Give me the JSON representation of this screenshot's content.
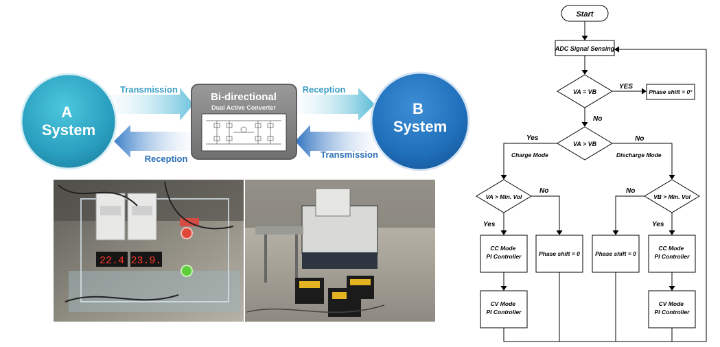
{
  "system_diagram": {
    "a_system": "A\nSystem",
    "b_system": "B\nSystem",
    "converter_title": "Bi-directional",
    "converter_subtitle": "Dual Active Converter",
    "arrow_top_left": "Transmission",
    "arrow_bottom_left": "Reception",
    "arrow_top_right": "Reception",
    "arrow_bottom_right": "Transmission"
  },
  "photo_left": {
    "display_1": "22.4",
    "display_2": "23.9."
  },
  "flowchart": {
    "start": "Start",
    "adc": "ADC Signal Sensing",
    "cond1": "VA = VB",
    "yes_upper": "YES",
    "phase_shift_zero_deg": "Phase shift = 0°",
    "no1": "No",
    "cond2": "VA > VB",
    "yes2": "Yes",
    "no2": "No",
    "charge_mode": "Charge Mode",
    "discharge_mode": "Discharge Mode",
    "cond_left": "VA > Min. Vol",
    "cond_right": "VB > Min. Vol",
    "yes_left": "Yes",
    "no_left": "No",
    "no_right": "No",
    "yes_right": "Yes",
    "cc_mode": "CC Mode",
    "pi_controller": "PI Controller",
    "cv_mode": "CV Mode",
    "phase_shift_0": "Phase shift = 0"
  }
}
